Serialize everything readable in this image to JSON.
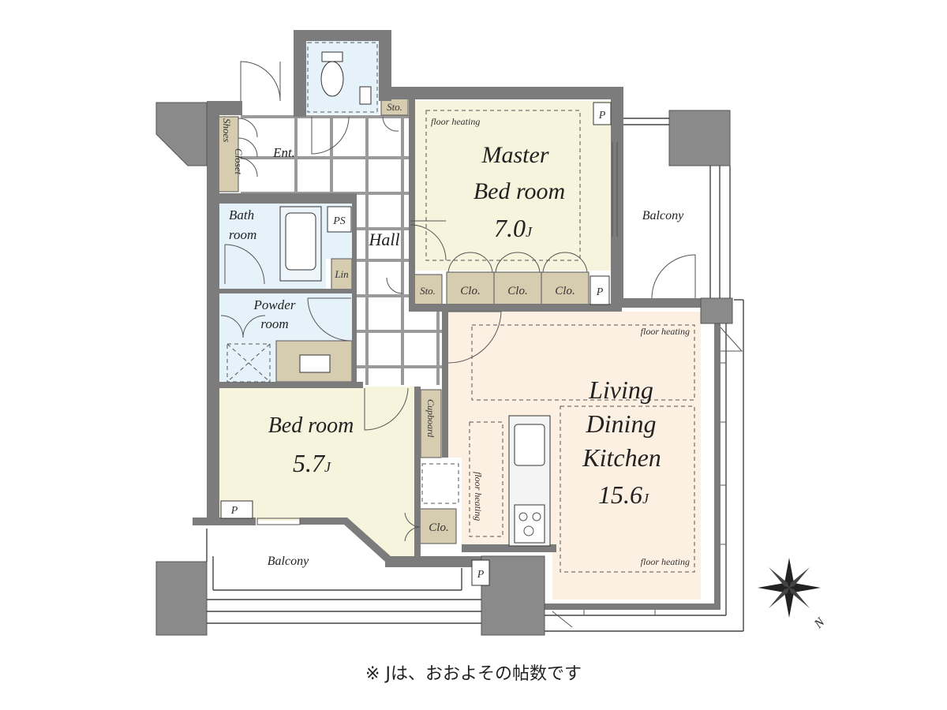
{
  "rooms": {
    "master_bedroom": {
      "name_line1": "Master",
      "name_line2": "Bed room",
      "size": "7.0",
      "unit": "J",
      "heating": "floor heating"
    },
    "ldk": {
      "line1": "Living",
      "line2": "Dining",
      "line3": "Kitchen",
      "size": "15.6",
      "unit": "J",
      "heating_top": "floor heating",
      "heating_bottom": "floor heating",
      "heating_kitchen": "floor heating"
    },
    "bedroom": {
      "name": "Bed room",
      "size": "5.7",
      "unit": "J"
    },
    "bath": {
      "line1": "Bath",
      "line2": "room"
    },
    "powder": {
      "line1": "Powder",
      "line2": "room"
    },
    "hall": "Hall",
    "entrance": "Ent.",
    "shoes_closet": {
      "line1": "Shoes",
      "line2": "Closet"
    },
    "balcony_right": "Balcony",
    "balcony_bottom": "Balcony"
  },
  "labels": {
    "sto_top": "Sto.",
    "sto_mid": "Sto.",
    "clo_1": "Clo.",
    "clo_2": "Clo.",
    "clo_3": "Clo.",
    "clo_bed": "Clo.",
    "ps": "PS",
    "lin": "Lin",
    "cupboard": "Cupboard",
    "p_master_top": "P",
    "p_master_clo": "P",
    "p_bed": "P",
    "p_bottom": "P"
  },
  "compass": {
    "north": "N"
  },
  "footnote": "※ Jは、おおよその帖数です",
  "colors": {
    "bedroom_fill": "#f6f4dc",
    "ldk_fill": "#fcf0e2",
    "wet_fill": "#e6f2fa",
    "storage_fill": "#d6ccb0",
    "wall": "#7c7c7c"
  }
}
